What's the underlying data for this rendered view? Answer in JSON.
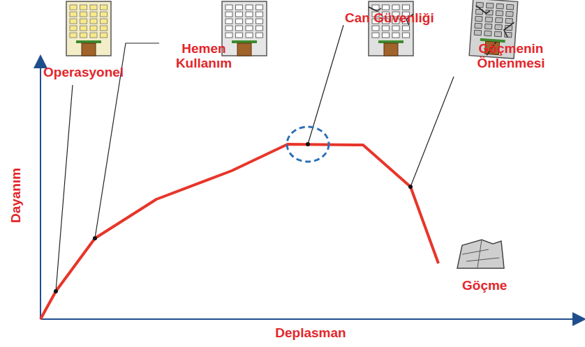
{
  "diagram": {
    "labels": [
      "Operasyonel",
      "Hemen Kullanım",
      "Can Güvenliği",
      "Göçmenin Önlenmesi",
      "Göçme",
      "Dayanım",
      "Deplasman"
    ]
  }
}
